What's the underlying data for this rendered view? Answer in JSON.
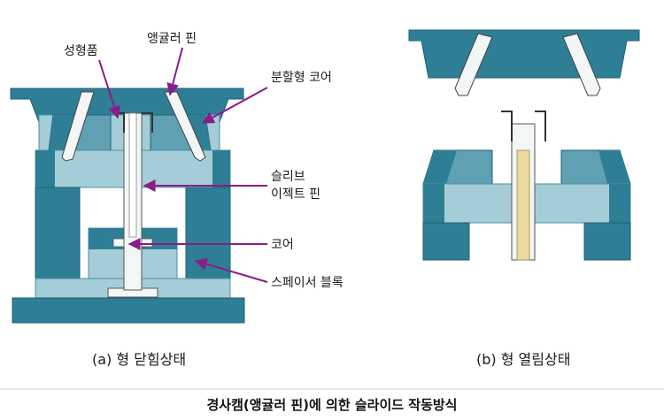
{
  "labels": {
    "molded_part": "성형품",
    "angular_pin": "앵귤러 핀",
    "split_core": "분할형 코어",
    "sleeve_ejector_1": "슬리브",
    "sleeve_ejector_2": "이젝트 핀",
    "core": "코어",
    "spacer_block": "스페이서 블록"
  },
  "captions": {
    "closed": "(a) 형 닫힘상태",
    "open": "(b) 형 열림상태"
  },
  "title": "경사캠(앵귤러 핀)에 의한 슬라이드 작동방식",
  "colors": {
    "dark": "#2e7f96",
    "light": "#a4cdd8",
    "mid": "#5fa0b3",
    "leader": "#8a1c87",
    "pin": "#f3f6f6",
    "sleeve_fill": "#ecd9a0"
  }
}
